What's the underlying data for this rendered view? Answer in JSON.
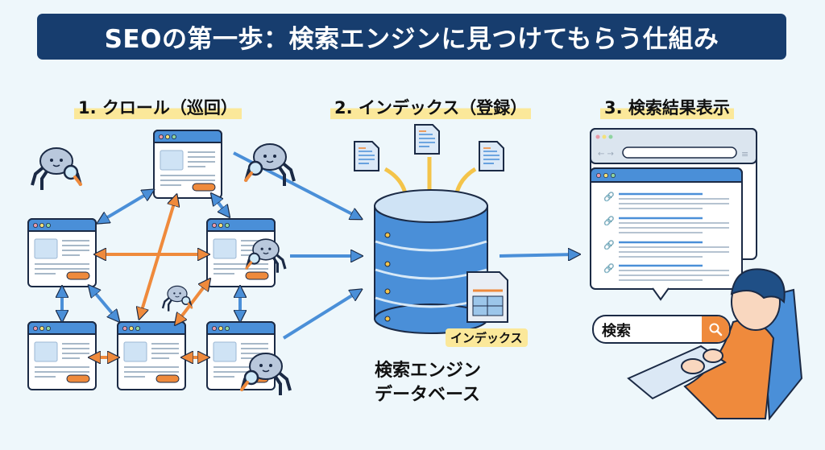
{
  "title": "SEOの第一歩：検索エンジンに見つけてもらう仕組み",
  "steps": [
    {
      "label": "1. クロール（巡回）"
    },
    {
      "label": "2. インデックス（登録）"
    },
    {
      "label": "3. 検索結果表示"
    }
  ],
  "database": {
    "label_line1": "検索エンジン",
    "label_line2": "データベース",
    "index_tag": "インデックス"
  },
  "search": {
    "query": "検索",
    "icon": "search-icon"
  },
  "colors": {
    "title_bg": "#173d6e",
    "highlight": "#fbe89a",
    "blue_arrow": "#4a8fd8",
    "orange_arrow": "#ef8a3c",
    "yellow_arrow": "#f4c44a",
    "background": "#eef7fb"
  }
}
